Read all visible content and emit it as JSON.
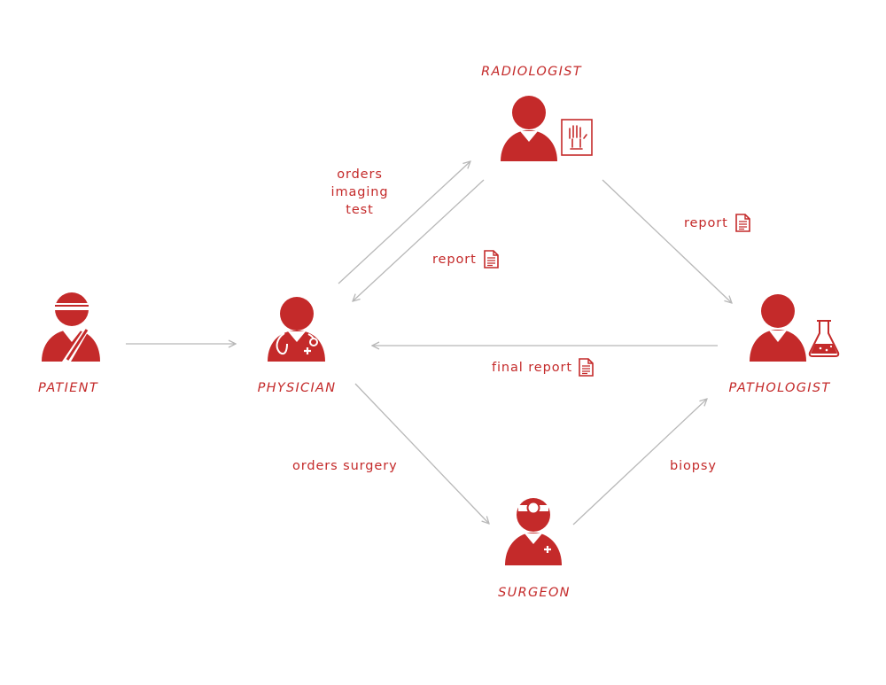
{
  "colors": {
    "accent": "#c42a2a",
    "arrow": "#b8b8b8"
  },
  "roles": {
    "radiologist": "RADIOLOGIST",
    "patient": "PATIENT",
    "physician": "PHYSICIAN",
    "pathologist": "PATHOLOGIST",
    "surgeon": "SURGEON"
  },
  "flows": {
    "orders_imaging": [
      "orders",
      "imaging",
      "test"
    ],
    "report_to_physician": "report",
    "report_to_pathologist": "report",
    "final_report": "final report",
    "orders_surgery": "orders surgery",
    "biopsy": "biopsy"
  },
  "icons": {
    "patient": "injured-patient-icon",
    "physician": "physician-stethoscope-icon",
    "radiologist": "radiologist-icon",
    "xray": "xray-film-icon",
    "pathologist": "pathologist-icon",
    "flask": "lab-flask-icon",
    "surgeon": "surgeon-headlamp-icon",
    "document": "document-icon"
  }
}
